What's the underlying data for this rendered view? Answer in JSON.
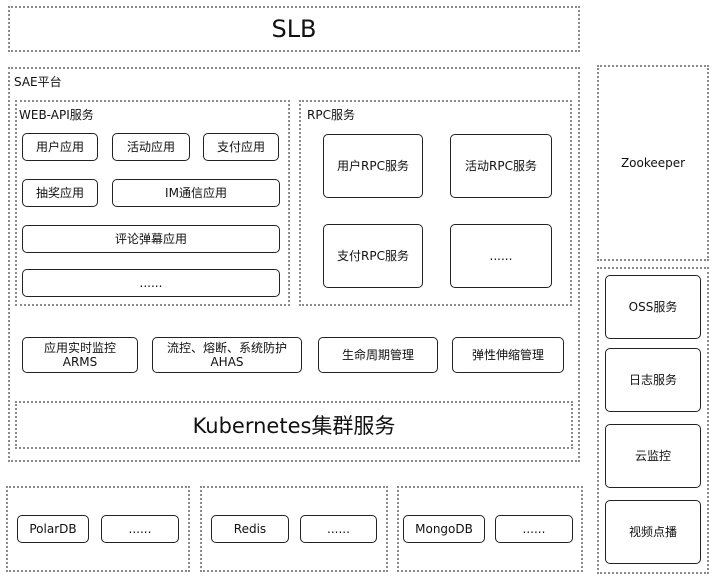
{
  "slb": "SLB",
  "sae": {
    "title": "SAE平台",
    "web_api": {
      "title": "WEB-API服务",
      "apps": [
        "用户应用",
        "活动应用",
        "支付应用",
        "抽奖应用",
        "IM通信应用",
        "评论弹幕应用",
        "......"
      ]
    },
    "rpc": {
      "title": "RPC服务",
      "services": [
        "用户RPC服务",
        "活动RPC服务",
        "支付RPC服务",
        "......"
      ]
    },
    "tools": [
      {
        "line1": "应用实时监控",
        "line2": "ARMS"
      },
      {
        "line1": "流控、熔断、系统防护",
        "line2": "AHAS"
      },
      {
        "line1": "生命周期管理",
        "line2": ""
      },
      {
        "line1": "弹性伸缩管理",
        "line2": ""
      }
    ],
    "kubernetes": "Kubernetes集群服务"
  },
  "zookeeper": "Zookeeper",
  "cloud_services": [
    "OSS服务",
    "日志服务",
    "云监控",
    "视频点播"
  ],
  "databases": [
    {
      "name": "PolarDB",
      "more": "......"
    },
    {
      "name": "Redis",
      "more": "......"
    },
    {
      "name": "MongoDB",
      "more": "......"
    }
  ]
}
